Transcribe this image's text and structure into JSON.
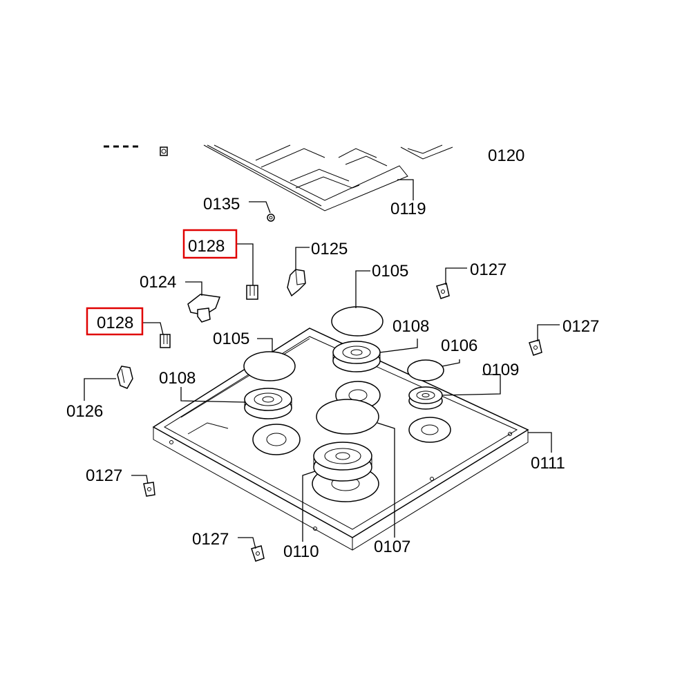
{
  "diagram": {
    "labels": {
      "l0120": "0120",
      "l0119": "0119",
      "l0135": "0135",
      "l0128a": "0128",
      "l0125": "0125",
      "l0105a": "0105",
      "l0127a": "0127",
      "l0124": "0124",
      "l0128b": "0128",
      "l0108a": "0108",
      "l0127b": "0127",
      "l0105b": "0105",
      "l0106": "0106",
      "l0108b": "0108",
      "l0109": "0109",
      "l0126": "0126",
      "l0111": "0111",
      "l0127c": "0127",
      "l0127d": "0127",
      "l0110": "0110",
      "l0107": "0107"
    },
    "highlight_color": "#e00000"
  }
}
